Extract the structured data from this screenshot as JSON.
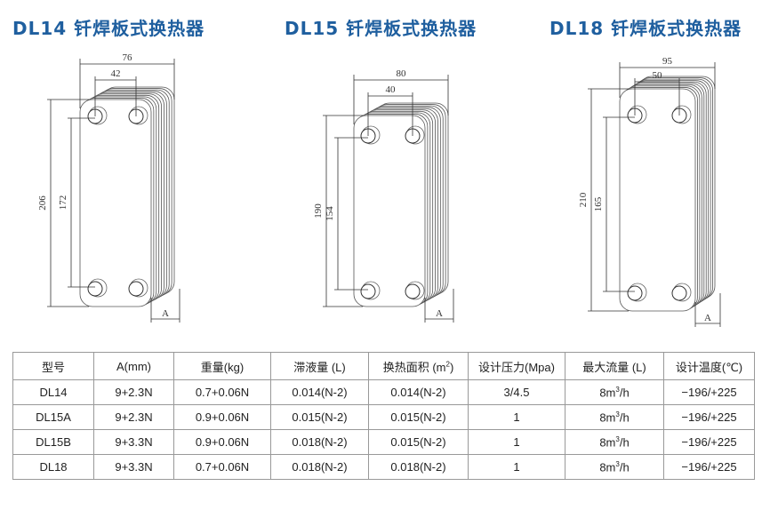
{
  "products": [
    {
      "title": "DL14 钎焊板式换热器",
      "width": "76",
      "port_width": "42",
      "height": "206",
      "port_height": "172",
      "thickness": "A"
    },
    {
      "title": "DL15 钎焊板式换热器",
      "width": "80",
      "port_width": "40",
      "height": "190",
      "port_height": "154",
      "thickness": "A"
    },
    {
      "title": "DL18 钎焊板式换热器",
      "width": "95",
      "port_width": "50",
      "height": "210",
      "port_height": "165",
      "thickness": "A"
    }
  ],
  "table": {
    "headers": [
      "型号",
      "A(mm)",
      "重量(kg)",
      "滞液量 (L)",
      "换热面积 (m",
      "设计压力(Mpa)",
      "最大流量 (L)",
      "设计温度(℃)"
    ],
    "header_sup": "2",
    "header_close": ")",
    "rows": [
      [
        "DL14",
        "9+2.3N",
        "0.7+0.06N",
        "0.014(N-2)",
        "0.014(N-2)",
        "3/4.5",
        "8m",
        "−196/+225"
      ],
      [
        "DL15A",
        "9+2.3N",
        "0.9+0.06N",
        "0.015(N-2)",
        "0.015(N-2)",
        "1",
        "8m",
        "−196/+225"
      ],
      [
        "DL15B",
        "9+3.3N",
        "0.9+0.06N",
        "0.018(N-2)",
        "0.015(N-2)",
        "1",
        "8m",
        "−196/+225"
      ],
      [
        "DL18",
        "9+3.3N",
        "0.7+0.06N",
        "0.018(N-2)",
        "0.018(N-2)",
        "1",
        "8m",
        "−196/+225"
      ]
    ],
    "flow_sup": "3",
    "flow_unit": "/h"
  }
}
